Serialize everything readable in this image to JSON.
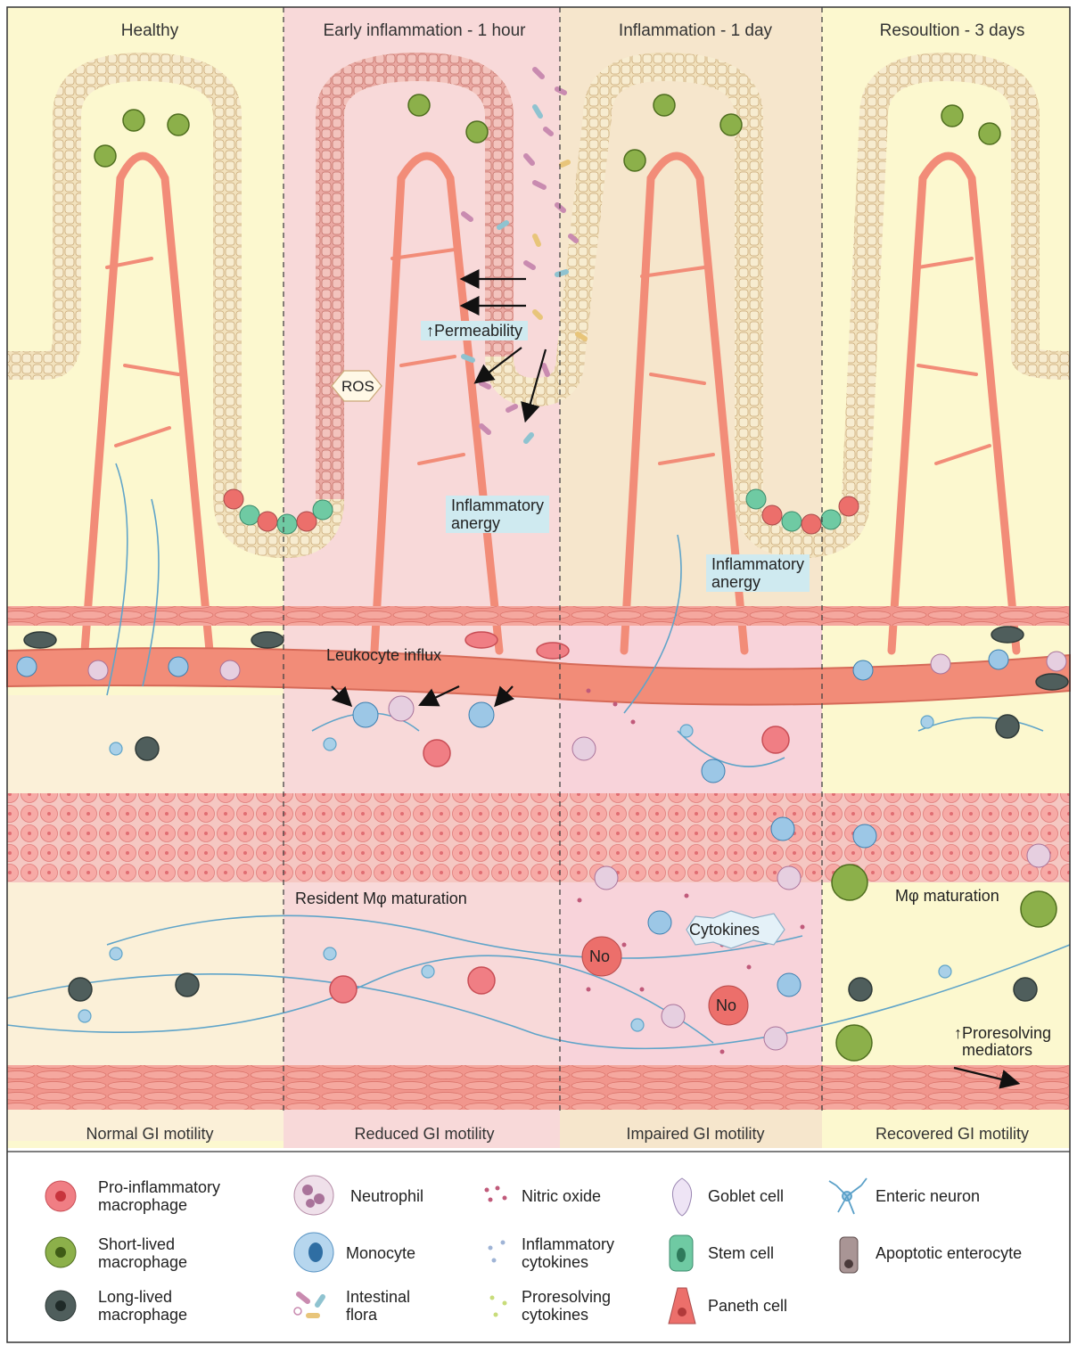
{
  "panels": {
    "titles": [
      "Healthy",
      "Early inflammation - 1 hour",
      "Inflammation - 1 day",
      "Resoultion - 3 days"
    ],
    "motility": [
      "Normal GI motility",
      "Reduced GI motility",
      "Impaired GI motility",
      "Recovered GI motility"
    ]
  },
  "annotations": {
    "permeability": "Permeability",
    "ros": "ROS",
    "inflammatory_anergy_1": "Inflammatory\nanergy",
    "inflammatory_anergy_2": "Inflammatory\nanergy",
    "leukocyte_influx": "Leukocyte influx",
    "resident_maturation": "Resident Mφ maturation",
    "mphi_maturation": "Mφ maturation",
    "cytokines": "Cytokines",
    "no_1": "No",
    "no_2": "No",
    "proresolving_mediators": "Proresolving\nmediators"
  },
  "legend": [
    {
      "label": "Pro-inflammatory\nmacrophage",
      "icon": "pro-inflammatory-macrophage-icon",
      "color": "#e8636b"
    },
    {
      "label": "Short-lived\nmacrophage",
      "icon": "short-lived-macrophage-icon",
      "color": "#8cb04a"
    },
    {
      "label": "Long-lived\nmacrophage",
      "icon": "long-lived-macrophage-icon",
      "color": "#4f5e5c"
    },
    {
      "label": "Neutrophil",
      "icon": "neutrophil-icon",
      "color": "#e6cfe0"
    },
    {
      "label": "Monocyte",
      "icon": "monocyte-icon",
      "color": "#9cc7e6"
    },
    {
      "label": "Intestinal\nflora",
      "icon": "intestinal-flora-icon",
      "color": "#c98bb0"
    },
    {
      "label": "Nitric oxide",
      "icon": "nitric-oxide-icon",
      "color": "#c05a7a"
    },
    {
      "label": "Inflammatory\ncytokines",
      "icon": "inflammatory-cytokines-icon",
      "color": "#9fb4d6"
    },
    {
      "label": "Proresolving\ncytokines",
      "icon": "proresolving-cytokines-icon",
      "color": "#c8dc7a"
    },
    {
      "label": "Goblet cell",
      "icon": "goblet-cell-icon",
      "color": "#e7dcf0"
    },
    {
      "label": "Stem cell",
      "icon": "stem-cell-icon",
      "color": "#6fcaa3"
    },
    {
      "label": "Paneth cell",
      "icon": "paneth-cell-icon",
      "color": "#ec6f6b"
    },
    {
      "label": "Enteric neuron",
      "icon": "enteric-neuron-icon",
      "color": "#5aa0c8"
    },
    {
      "label": "Apoptotic enterocyte",
      "icon": "apoptotic-enterocyte-icon",
      "color": "#8a7a7a"
    }
  ],
  "colors": {
    "healthy_bg": "#fcf8cf",
    "inflamed_bg": "#f9dada",
    "epithelium": "#f2e2bd",
    "vessel": "#f28c78",
    "muscle": "#f7b1ad",
    "neuron": "#5fa4c9",
    "label_box": "#cfeaf0"
  }
}
